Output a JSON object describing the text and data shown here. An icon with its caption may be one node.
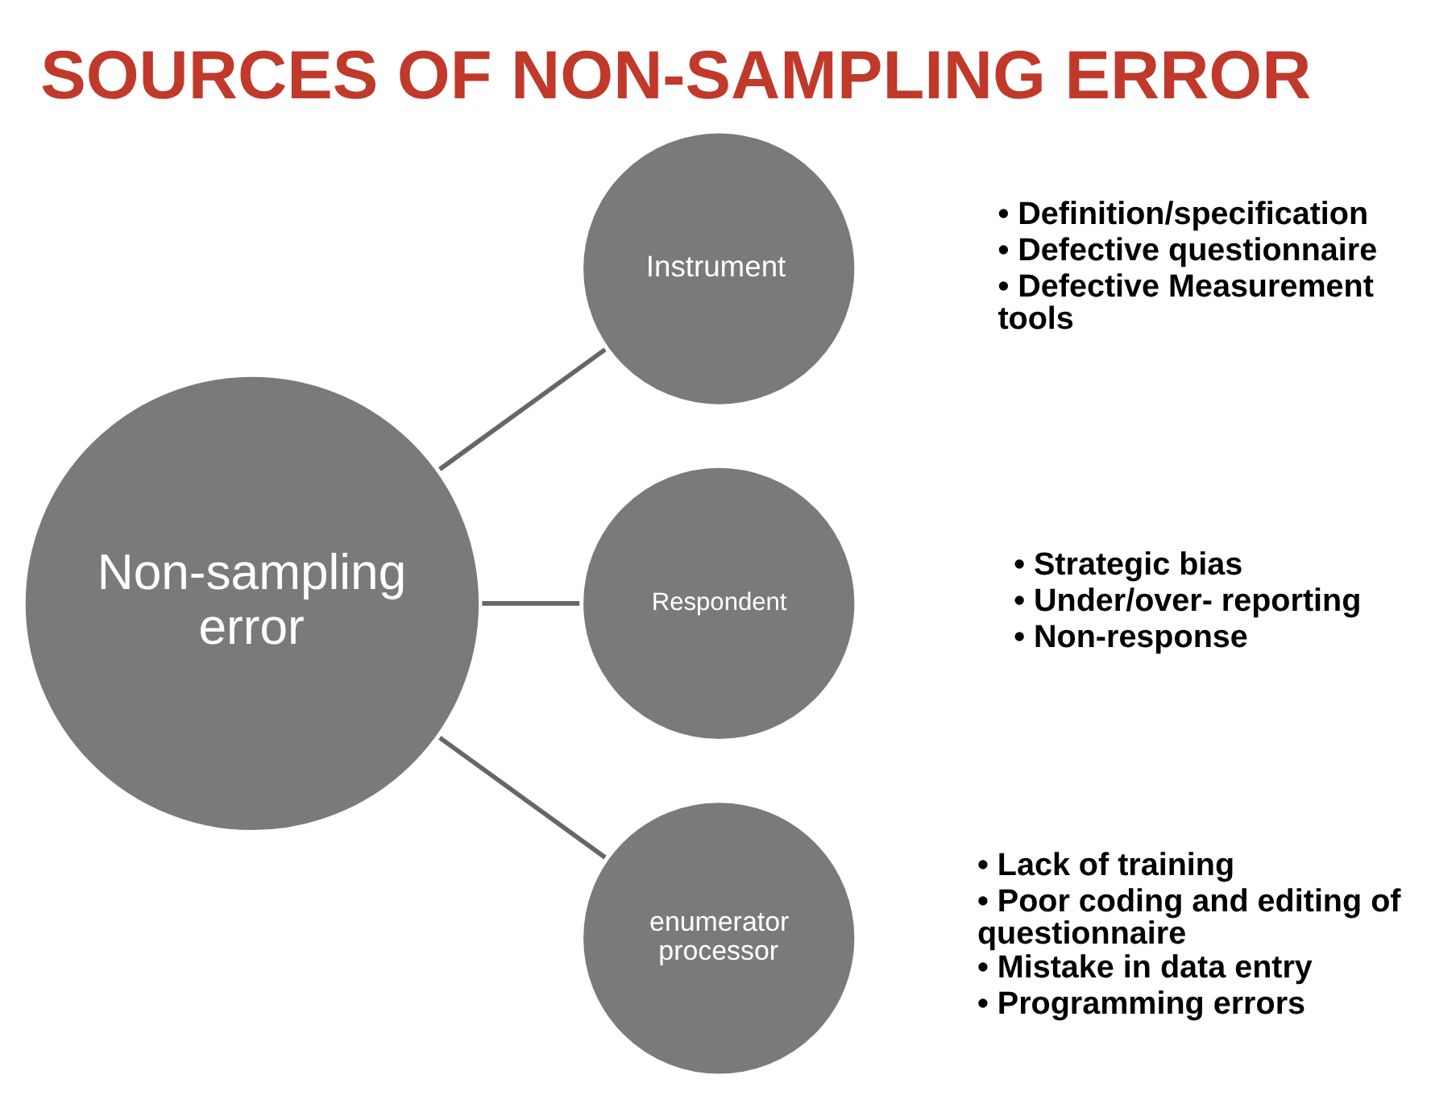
{
  "diagram": {
    "title": "SOURCES OF NON-SAMPLING ERROR",
    "nodes": [
      {
        "text": [
          "Non-sampling error"
        ]
      },
      {
        "text": [
          "Instrument"
        ],
        "beside": [
          "• Definition/specification",
          "• Defective questionnaire",
          "• Defective Measurement tools"
        ]
      },
      {
        "text": [
          "Respondent"
        ],
        "beside": [
          "• Strategic bias",
          "• Under/over- reporting",
          "• Non-response"
        ]
      },
      {
        "text": [
          "enumerator processor"
        ],
        "beside": [
          "• Lack of training",
          "• Poor coding and editing of questionnaire",
          "• Mistake in data entry",
          "• Programming errors"
        ]
      }
    ],
    "edges": [
      {
        "from": 0,
        "to": 1,
        "arrow": "none"
      },
      {
        "from": 0,
        "to": 2,
        "arrow": "none"
      },
      {
        "from": 0,
        "to": 3,
        "arrow": "none"
      }
    ]
  }
}
